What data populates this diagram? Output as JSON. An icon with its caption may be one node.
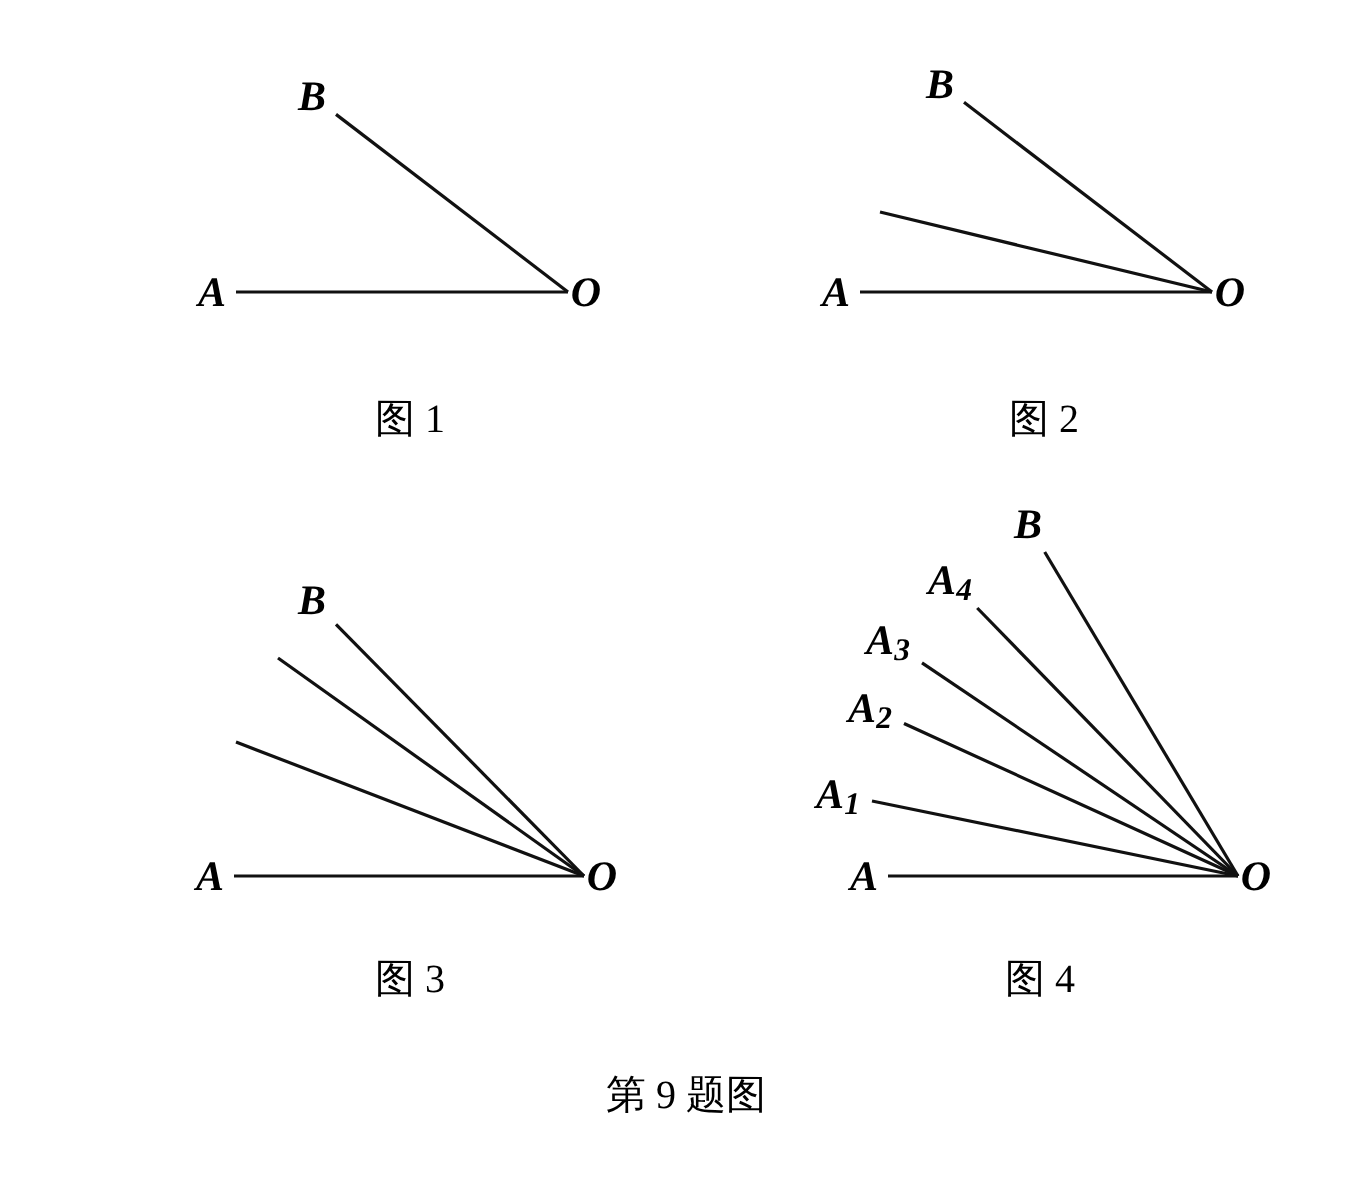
{
  "diagram": {
    "caption": "第 9 题图",
    "nodes": [
      {
        "text": [
          "B"
        ]
      },
      {
        "text": [
          "A"
        ]
      },
      {
        "text": [
          "O"
        ]
      },
      {
        "text": [
          "B"
        ]
      },
      {
        "text": [
          "A"
        ]
      },
      {
        "text": [
          "O"
        ]
      },
      {
        "text": [
          "B"
        ]
      },
      {
        "text": [
          "A"
        ]
      },
      {
        "text": [
          "O"
        ]
      },
      {
        "text": [
          "B"
        ]
      },
      {
        "text": [
          "A$_{4}$"
        ]
      },
      {
        "text": [
          "A$_{3}$"
        ]
      },
      {
        "text": [
          "A$_{2}$"
        ]
      },
      {
        "text": [
          "A$_{1}$"
        ]
      },
      {
        "text": [
          "A"
        ]
      },
      {
        "text": [
          "O"
        ]
      }
    ],
    "edges": [
      {
        "from": 1,
        "to": 2,
        "arrow": "none"
      },
      {
        "from": 0,
        "to": 2,
        "arrow": "none"
      },
      {
        "from": 4,
        "to": 5,
        "arrow": "none"
      },
      {
        "from": null,
        "to": 5,
        "arrow": "none"
      },
      {
        "from": 3,
        "to": 5,
        "arrow": "none"
      },
      {
        "from": 7,
        "to": 8,
        "arrow": "none"
      },
      {
        "from": null,
        "to": 8,
        "arrow": "none"
      },
      {
        "from": null,
        "to": 8,
        "arrow": "none"
      },
      {
        "from": 6,
        "to": 8,
        "arrow": "none"
      },
      {
        "from": 14,
        "to": 15,
        "arrow": "none"
      },
      {
        "from": 13,
        "to": 15,
        "arrow": "none"
      },
      {
        "from": 12,
        "to": 15,
        "arrow": "none"
      },
      {
        "from": 11,
        "to": 15,
        "arrow": "none"
      },
      {
        "from": 10,
        "to": 15,
        "arrow": "none"
      },
      {
        "from": 9,
        "to": 15,
        "arrow": "none"
      }
    ],
    "labels": [
      "图 1",
      "图 2",
      "图 3",
      "图 4"
    ]
  }
}
